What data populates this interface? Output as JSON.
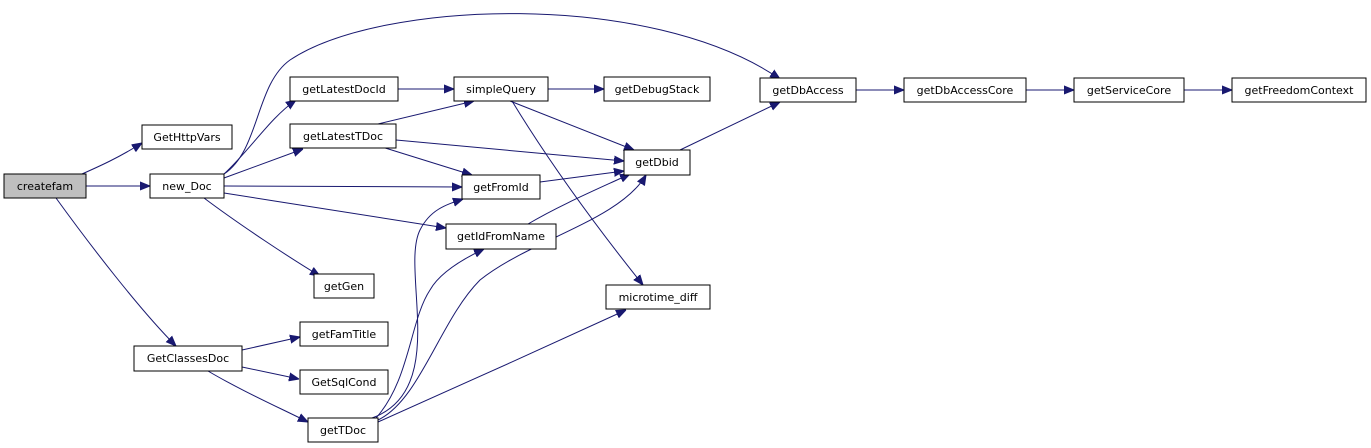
{
  "graph": {
    "edge_color": "#191970",
    "root_fill": "#bfbfbf",
    "nodes": {
      "createfam": "createfam",
      "GetHttpVars": "GetHttpVars",
      "new_Doc": "new_Doc",
      "GetClassesDoc": "GetClassesDoc",
      "getLatestDocId": "getLatestDocId",
      "getLatestTDoc": "getLatestTDoc",
      "getGen": "getGen",
      "getFamTitle": "getFamTitle",
      "GetSqlCond": "GetSqlCond",
      "getTDoc": "getTDoc",
      "simpleQuery": "simpleQuery",
      "getFromId": "getFromId",
      "getIdFromName": "getIdFromName",
      "getDebugStack": "getDebugStack",
      "getDbid": "getDbid",
      "microtime_diff": "microtime_diff",
      "getDbAccess": "getDbAccess",
      "getDbAccessCore": "getDbAccessCore",
      "getServiceCore": "getServiceCore",
      "getFreedomContext": "getFreedomContext"
    }
  }
}
